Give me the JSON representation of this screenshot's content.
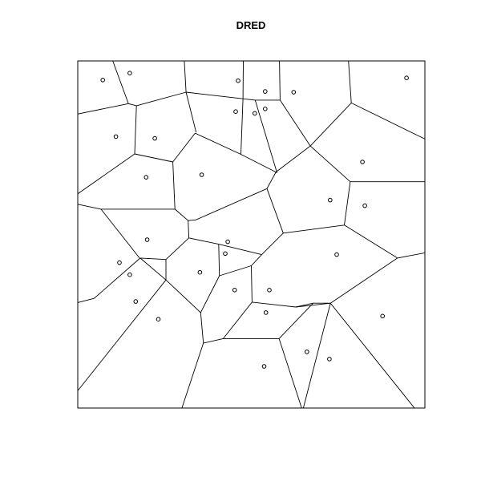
{
  "chart_data": {
    "type": "scatter",
    "title": "DRED",
    "xlim": [
      0,
      1
    ],
    "ylim": [
      0,
      1
    ],
    "axes_drawn": false,
    "grid": false,
    "points": [
      [
        0.072,
        0.945
      ],
      [
        0.15,
        0.965
      ],
      [
        0.462,
        0.943
      ],
      [
        0.54,
        0.912
      ],
      [
        0.622,
        0.91
      ],
      [
        0.947,
        0.951
      ],
      [
        0.455,
        0.854
      ],
      [
        0.51,
        0.849
      ],
      [
        0.54,
        0.862
      ],
      [
        0.11,
        0.782
      ],
      [
        0.222,
        0.777
      ],
      [
        0.197,
        0.665
      ],
      [
        0.357,
        0.672
      ],
      [
        0.82,
        0.709
      ],
      [
        0.727,
        0.599
      ],
      [
        0.827,
        0.583
      ],
      [
        0.2,
        0.485
      ],
      [
        0.432,
        0.479
      ],
      [
        0.425,
        0.445
      ],
      [
        0.746,
        0.442
      ],
      [
        0.12,
        0.419
      ],
      [
        0.15,
        0.384
      ],
      [
        0.352,
        0.391
      ],
      [
        0.452,
        0.34
      ],
      [
        0.552,
        0.34
      ],
      [
        0.167,
        0.307
      ],
      [
        0.542,
        0.275
      ],
      [
        0.232,
        0.256
      ],
      [
        0.878,
        0.265
      ],
      [
        0.66,
        0.162
      ],
      [
        0.725,
        0.141
      ],
      [
        0.537,
        0.12
      ]
    ],
    "edges": [
      [
        [
          0.146,
          0.877
        ],
        [
          0.169,
          0.871
        ]
      ],
      [
        [
          0.146,
          0.877
        ],
        [
          0.101,
          1.0
        ]
      ],
      [
        [
          0.146,
          0.877
        ],
        [
          0.0,
          0.847
        ]
      ],
      [
        [
          0.169,
          0.871
        ],
        [
          0.312,
          0.91
        ]
      ],
      [
        [
          0.169,
          0.871
        ],
        [
          0.164,
          0.732
        ]
      ],
      [
        [
          0.312,
          0.91
        ],
        [
          0.307,
          1.0
        ]
      ],
      [
        [
          0.312,
          0.91
        ],
        [
          0.476,
          0.891
        ]
      ],
      [
        [
          0.312,
          0.91
        ],
        [
          0.341,
          0.794
        ]
      ],
      [
        [
          0.476,
          0.891
        ],
        [
          0.511,
          0.887
        ]
      ],
      [
        [
          0.476,
          0.891
        ],
        [
          0.477,
          1.0
        ]
      ],
      [
        [
          0.476,
          0.891
        ],
        [
          0.47,
          0.731
        ]
      ],
      [
        [
          0.511,
          0.887
        ],
        [
          0.583,
          0.887
        ]
      ],
      [
        [
          0.511,
          0.887
        ],
        [
          0.574,
          0.678
        ]
      ],
      [
        [
          0.583,
          0.887
        ],
        [
          0.581,
          1.0
        ]
      ],
      [
        [
          0.583,
          0.887
        ],
        [
          0.67,
          0.755
        ]
      ],
      [
        [
          0.67,
          0.755
        ],
        [
          0.571,
          0.68
        ]
      ],
      [
        [
          0.67,
          0.755
        ],
        [
          0.788,
          0.879
        ]
      ],
      [
        [
          0.788,
          0.879
        ],
        [
          0.78,
          1.0
        ]
      ],
      [
        [
          0.788,
          0.879
        ],
        [
          1.0,
          0.775
        ]
      ],
      [
        [
          0.67,
          0.755
        ],
        [
          0.785,
          0.652
        ]
      ],
      [
        [
          0.785,
          0.652
        ],
        [
          1.0,
          0.652
        ]
      ],
      [
        [
          0.785,
          0.652
        ],
        [
          0.768,
          0.527
        ]
      ],
      [
        [
          0.768,
          0.527
        ],
        [
          0.921,
          0.432
        ]
      ],
      [
        [
          0.921,
          0.432
        ],
        [
          1.0,
          0.447
        ]
      ],
      [
        [
          0.921,
          0.432
        ],
        [
          0.728,
          0.302
        ]
      ],
      [
        [
          0.768,
          0.527
        ],
        [
          0.592,
          0.504
        ]
      ],
      [
        [
          0.592,
          0.504
        ],
        [
          0.545,
          0.632
        ]
      ],
      [
        [
          0.545,
          0.632
        ],
        [
          0.571,
          0.68
        ]
      ],
      [
        [
          0.545,
          0.632
        ],
        [
          0.34,
          0.542
        ]
      ],
      [
        [
          0.47,
          0.731
        ],
        [
          0.338,
          0.792
        ]
      ],
      [
        [
          0.47,
          0.731
        ],
        [
          0.574,
          0.678
        ]
      ],
      [
        [
          0.574,
          0.678
        ],
        [
          0.571,
          0.68
        ]
      ],
      [
        [
          0.338,
          0.792
        ],
        [
          0.274,
          0.709
        ]
      ],
      [
        [
          0.274,
          0.709
        ],
        [
          0.164,
          0.732
        ]
      ],
      [
        [
          0.274,
          0.709
        ],
        [
          0.28,
          0.573
        ]
      ],
      [
        [
          0.164,
          0.732
        ],
        [
          0.0,
          0.617
        ]
      ],
      [
        [
          0.28,
          0.573
        ],
        [
          0.067,
          0.573
        ]
      ],
      [
        [
          0.067,
          0.573
        ],
        [
          0.0,
          0.587
        ]
      ],
      [
        [
          0.067,
          0.573
        ],
        [
          0.178,
          0.432
        ]
      ],
      [
        [
          0.28,
          0.573
        ],
        [
          0.318,
          0.54
        ]
      ],
      [
        [
          0.318,
          0.54
        ],
        [
          0.34,
          0.542
        ]
      ],
      [
        [
          0.318,
          0.54
        ],
        [
          0.32,
          0.49
        ]
      ],
      [
        [
          0.32,
          0.49
        ],
        [
          0.254,
          0.428
        ]
      ],
      [
        [
          0.254,
          0.428
        ],
        [
          0.18,
          0.432
        ]
      ],
      [
        [
          0.18,
          0.432
        ],
        [
          0.047,
          0.316
        ]
      ],
      [
        [
          0.047,
          0.316
        ],
        [
          0.0,
          0.304
        ]
      ],
      [
        [
          0.18,
          0.432
        ],
        [
          0.254,
          0.369
        ]
      ],
      [
        [
          0.254,
          0.428
        ],
        [
          0.254,
          0.369
        ]
      ],
      [
        [
          0.254,
          0.369
        ],
        [
          0.354,
          0.275
        ]
      ],
      [
        [
          0.354,
          0.275
        ],
        [
          0.362,
          0.187
        ]
      ],
      [
        [
          0.254,
          0.369
        ],
        [
          0.0,
          0.05
        ]
      ],
      [
        [
          0.32,
          0.49
        ],
        [
          0.406,
          0.472
        ]
      ],
      [
        [
          0.406,
          0.472
        ],
        [
          0.53,
          0.442
        ]
      ],
      [
        [
          0.53,
          0.442
        ],
        [
          0.592,
          0.504
        ]
      ],
      [
        [
          0.53,
          0.442
        ],
        [
          0.5,
          0.41
        ]
      ],
      [
        [
          0.406,
          0.472
        ],
        [
          0.408,
          0.381
        ]
      ],
      [
        [
          0.408,
          0.381
        ],
        [
          0.5,
          0.41
        ]
      ],
      [
        [
          0.408,
          0.381
        ],
        [
          0.354,
          0.275
        ]
      ],
      [
        [
          0.5,
          0.41
        ],
        [
          0.502,
          0.305
        ]
      ],
      [
        [
          0.502,
          0.305
        ],
        [
          0.628,
          0.291
        ]
      ],
      [
        [
          0.628,
          0.291
        ],
        [
          0.728,
          0.302
        ]
      ],
      [
        [
          0.628,
          0.291
        ],
        [
          0.678,
          0.302
        ]
      ],
      [
        [
          0.678,
          0.302
        ],
        [
          0.728,
          0.302
        ]
      ],
      [
        [
          0.502,
          0.305
        ],
        [
          0.419,
          0.2
        ]
      ],
      [
        [
          0.419,
          0.2
        ],
        [
          0.362,
          0.187
        ]
      ],
      [
        [
          0.419,
          0.2
        ],
        [
          0.58,
          0.2
        ]
      ],
      [
        [
          0.58,
          0.2
        ],
        [
          0.678,
          0.302
        ]
      ],
      [
        [
          0.58,
          0.2
        ],
        [
          0.645,
          0.0
        ]
      ],
      [
        [
          0.728,
          0.302
        ],
        [
          0.65,
          0.0
        ]
      ],
      [
        [
          0.728,
          0.302
        ],
        [
          0.97,
          0.0
        ]
      ],
      [
        [
          0.362,
          0.187
        ],
        [
          0.3,
          0.0
        ]
      ]
    ]
  }
}
